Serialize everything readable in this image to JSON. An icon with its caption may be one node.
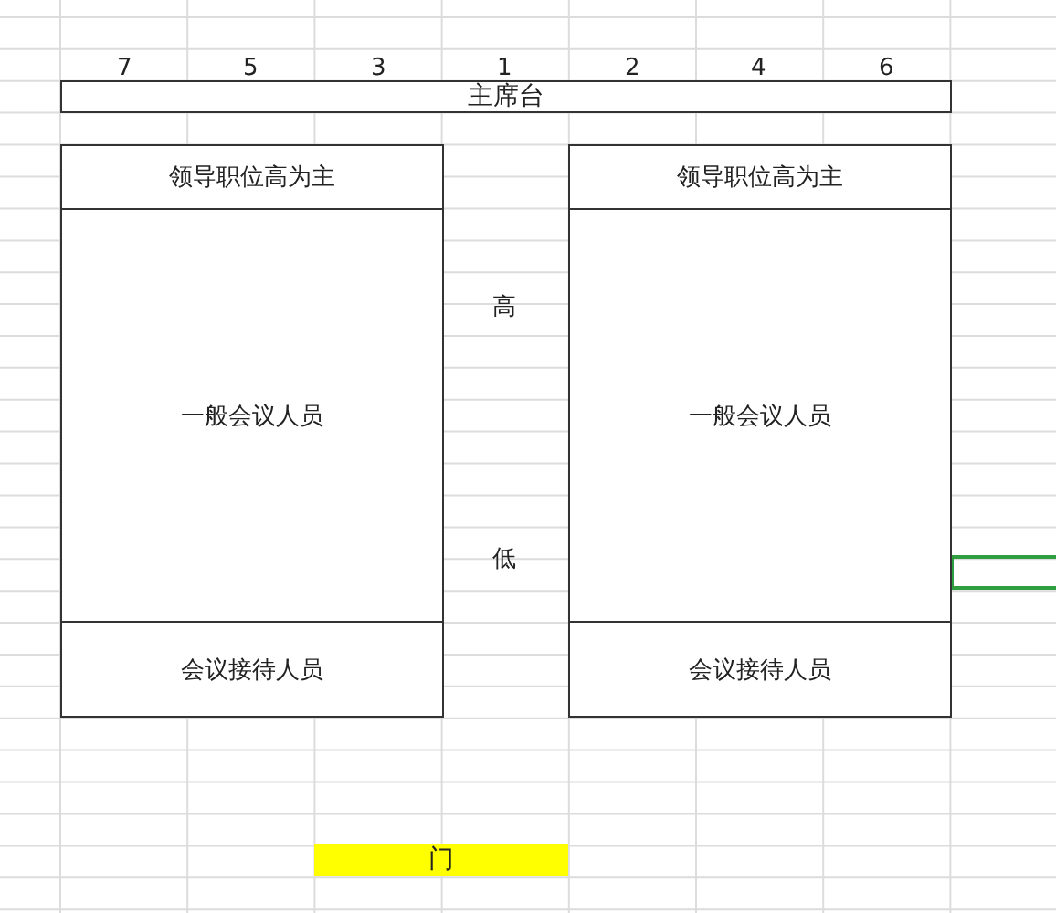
{
  "diagram": {
    "nodes": [
      {
        "text": [
          "主席台"
        ]
      },
      {
        "text": [
          "领导职位高为主"
        ]
      },
      {
        "text": [
          "一般会议人员"
        ]
      },
      {
        "text": [
          "会议接待人员"
        ]
      },
      {
        "text": [
          "领导职位高为主"
        ]
      },
      {
        "text": [
          "一般会议人员"
        ]
      },
      {
        "text": [
          "会议接待人员"
        ]
      },
      {
        "text": [
          "门"
        ]
      }
    ],
    "labels": [
      "7",
      "5",
      "3",
      "1",
      "2",
      "4",
      "6",
      "高",
      "低"
    ]
  }
}
